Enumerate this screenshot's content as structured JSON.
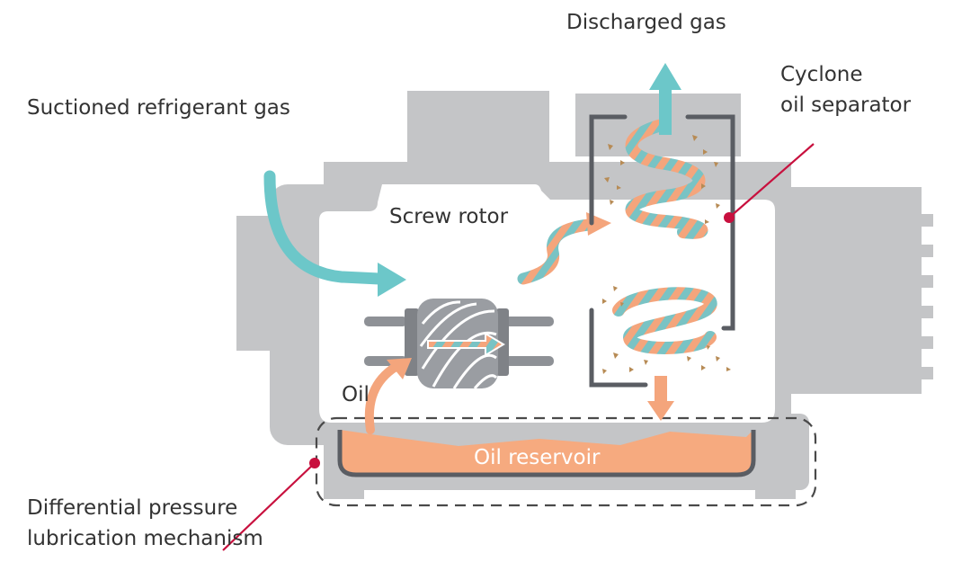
{
  "labels": {
    "discharged_gas": "Discharged gas",
    "cyclone_line1": "Cyclone",
    "cyclone_line2": "oil separator",
    "suctioned_gas": "Suctioned refrigerant gas",
    "screw_rotor": "Screw rotor",
    "oil": "Oil",
    "oil_reservoir": "Oil reservoir",
    "diff_line1": "Differential pressure",
    "diff_line2": "lubrication mechanism"
  },
  "colors": {
    "housing": "#c4c5c7",
    "interior": "#ffffff",
    "gas_flow": "#6cc7c9",
    "oil_flow": "#f4a57c",
    "oil_fill": "#f6aa7f",
    "droplet": "#b78b55",
    "pointer": "#c8103e",
    "separator_wall": "#5a5d63",
    "rotor": "#8e9196"
  }
}
